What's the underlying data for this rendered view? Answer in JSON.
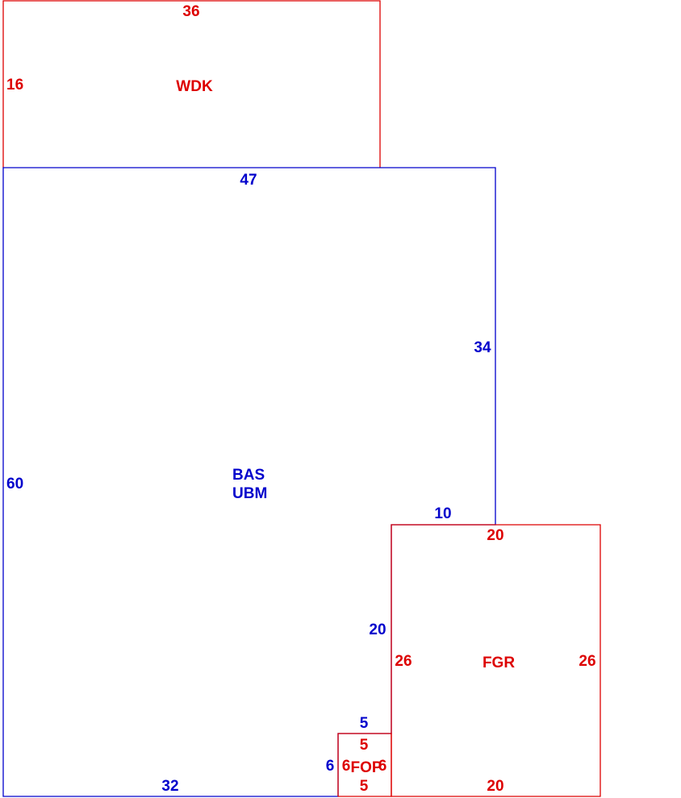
{
  "colors": {
    "blue": "#0000cc",
    "red": "#dd0000"
  },
  "areas": {
    "wdk": {
      "label": "WDK",
      "color": "#dd0000",
      "dims": {
        "top": "36",
        "left": "16"
      }
    },
    "bas": {
      "label_1": "BAS",
      "label_2": "UBM",
      "color": "#0000cc",
      "dims": {
        "top": "47",
        "right": "34",
        "left": "60",
        "bottom": "32",
        "step_top": "10",
        "step_side": "20",
        "notch_top": "5",
        "notch_side": "6"
      }
    },
    "fgr": {
      "label": "FGR",
      "color": "#dd0000",
      "dims": {
        "top": "20",
        "left": "26",
        "right": "26",
        "bottom": "20"
      }
    },
    "fop": {
      "label": "FOP",
      "color": "#dd0000",
      "dims": {
        "top": "5",
        "left": "6",
        "right": "6",
        "bottom": "5"
      }
    }
  }
}
